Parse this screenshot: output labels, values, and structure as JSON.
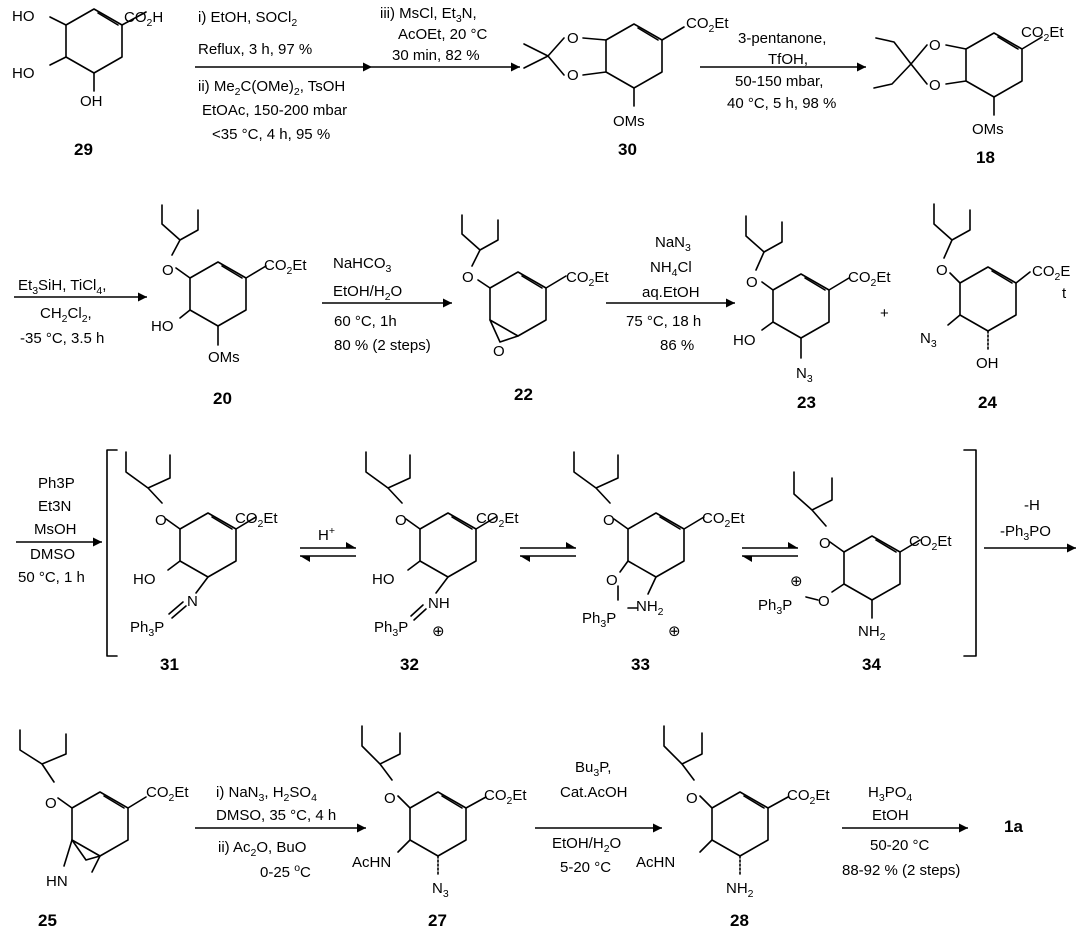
{
  "compounds": {
    "c29": {
      "number": "29",
      "groups": {
        "top_left": "HO",
        "left": "HO",
        "bottom": "OH",
        "top_right": "CO2H"
      }
    },
    "c30": {
      "number": "30",
      "groups": {
        "ring_o1": "O",
        "ring_o2": "O",
        "bottom": "OMs",
        "top_right": "CO2Et"
      }
    },
    "c18": {
      "number": "18",
      "groups": {
        "ring_o1": "O",
        "ring_o2": "O",
        "bottom": "OMs",
        "top_right": "CO2Et"
      }
    },
    "c20": {
      "number": "20",
      "groups": {
        "ether_o": "O",
        "left": "HO",
        "bottom": "OMs",
        "top_right": "CO2Et"
      }
    },
    "c22": {
      "number": "22",
      "groups": {
        "ether_o": "O",
        "epoxide_o": "O",
        "top_right": "CO2Et"
      }
    },
    "c23": {
      "number": "23",
      "groups": {
        "ether_o": "O",
        "left": "HO",
        "bottom": "N3",
        "top_right": "CO2Et"
      }
    },
    "c24": {
      "number": "24",
      "groups": {
        "ether_o": "O",
        "left": "N3",
        "bottom": "OH",
        "top_right_a": "CO2E",
        "top_right_b": "t"
      }
    },
    "c31": {
      "number": "31",
      "groups": {
        "ether_o": "O",
        "left": "HO",
        "n": "N",
        "p": "Ph3P",
        "top_right": "CO2Et"
      }
    },
    "c32": {
      "number": "32",
      "groups": {
        "ether_o": "O",
        "left": "HO",
        "n": "NH",
        "p": "Ph3P",
        "charge": "⊕",
        "top_right": "CO2Et"
      }
    },
    "c33": {
      "number": "33",
      "groups": {
        "ether_o": "O",
        "ring_o": "O",
        "n": "NH2",
        "p": "Ph3P",
        "charge": "⊕",
        "top_right": "CO2Et"
      }
    },
    "c34": {
      "number": "34",
      "groups": {
        "ether_o": "O",
        "p": "Ph3P",
        "p_o": "O",
        "charge": "⊕",
        "bottom": "NH2",
        "top_right": "CO2Et"
      }
    },
    "c25": {
      "number": "25",
      "groups": {
        "ether_o": "O",
        "aziridine_n": "HN",
        "top_right": "CO2Et"
      }
    },
    "c27": {
      "number": "27",
      "groups": {
        "ether_o": "O",
        "left": "AcHN",
        "bottom": "N3",
        "top_right": "CO2Et"
      }
    },
    "c28": {
      "number": "28",
      "groups": {
        "ether_o": "O",
        "left": "AcHN",
        "bottom": "NH2",
        "top_right": "CO2Et"
      }
    },
    "c1a": {
      "number": "1a"
    }
  },
  "plus_sign": "+",
  "conditions": {
    "r29_30_above": [
      "i) EtOH, SOCl2",
      "Reflux, 3 h, 97 %"
    ],
    "r29_30_below": [
      "ii) Me2C(OMe)2, TsOH",
      "EtOAc, 150-200 mbar",
      "<35 °C, 4 h, 95 %"
    ],
    "r29_30_top": [
      "iii) MsCl, Et3N,",
      "AcOEt, 20 °C",
      "30 min, 82 %"
    ],
    "r30_18": [
      "3-pentanone,",
      "TfOH,",
      "50-150 mbar,",
      "40 °C, 5 h, 98 %"
    ],
    "r18_20": [
      "Et3SiH, TiCl4,",
      "CH2Cl2,",
      "-35 °C, 3.5 h"
    ],
    "r20_22": [
      "NaHCO3",
      "EtOH/H2O",
      "60 °C, 1h",
      "80 % (2 steps)"
    ],
    "r22_23": [
      "NaN3",
      "NH4Cl",
      "aq.EtOH",
      "75 °C, 18 h",
      "86 %"
    ],
    "r23_31": [
      "Ph3P",
      "Et3N",
      "MsOH",
      "DMSO",
      "50 °C, 1 h"
    ],
    "r31_32": "H+",
    "r34_25": [
      "-H",
      "-Ph3PO"
    ],
    "r25_27_above": [
      "i) NaN3, H2SO4",
      "DMSO, 35 °C, 4 h"
    ],
    "r25_27_below": [
      "ii) Ac2O, BuO",
      "0-25 °C"
    ],
    "r27_28": [
      "Bu3P,",
      "Cat.AcOH",
      "EtOH/H2O",
      "5-20 °C"
    ],
    "r28_1a": [
      "H3PO4",
      "EtOH",
      "50-20 °C",
      "88-92 % (2 steps)"
    ]
  }
}
